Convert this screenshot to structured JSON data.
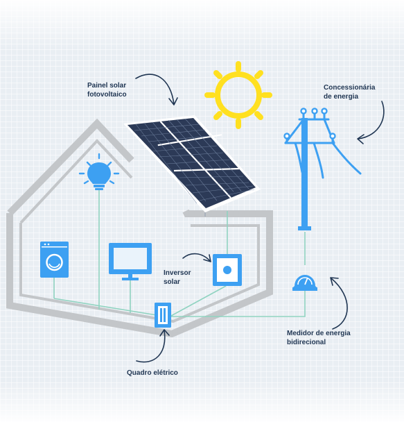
{
  "labels": {
    "solar_panel": [
      "Painel solar",
      "fotovoltaico"
    ],
    "utility": [
      "Concessionária",
      "de energia"
    ],
    "inverter": [
      "Inversor",
      "solar"
    ],
    "meter": [
      "Medidor de energia",
      "bidirecional"
    ],
    "panel_board": "Quadro elétrico"
  },
  "colors": {
    "background": "#e9eef3",
    "house_outline": "#c3c6c9",
    "wire": "#8fd3c0",
    "device_blue": "#3da0f2",
    "label_text": "#1f3552",
    "arrow": "#1f3552",
    "sun": "#ffe020",
    "solar_panel": "#2c3a57"
  },
  "icons": [
    "sun-icon",
    "light-bulb-icon",
    "washing-machine-icon",
    "monitor-icon",
    "inverter-icon",
    "electrical-panel-icon",
    "utility-pole-icon",
    "energy-meter-icon",
    "solar-panel-icon"
  ]
}
